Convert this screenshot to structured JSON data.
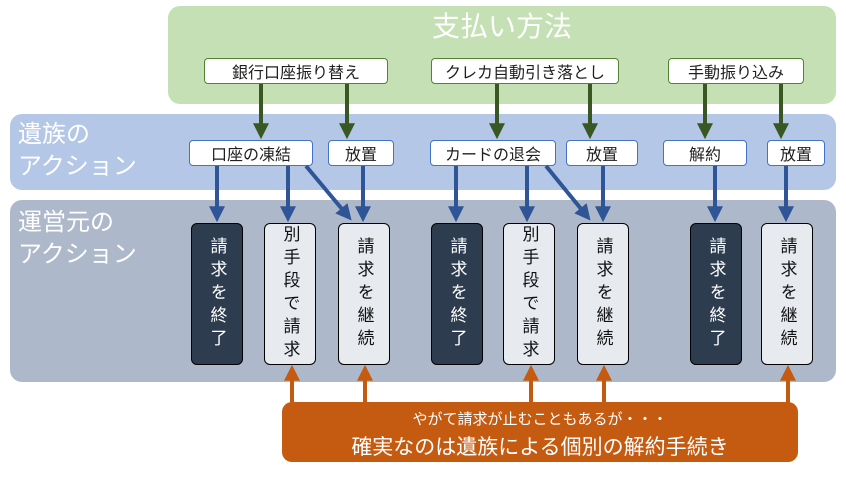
{
  "title": "支払い方法",
  "row_labels": {
    "family": [
      "遺族の",
      "アクション"
    ],
    "operator": [
      "運営元の",
      "アクション"
    ]
  },
  "payment_methods": [
    "銀行口座振り替え",
    "クレカ自動引き落とし",
    "手動振り込み"
  ],
  "family_actions": [
    "口座の凍結",
    "放置",
    "カードの退会",
    "放置",
    "解約",
    "放置"
  ],
  "operator_actions": [
    "請求を終了",
    "別手段で請求",
    "請求を継続",
    "請求を終了",
    "別手段で請求",
    "請求を継続",
    "請求を終了",
    "請求を継続"
  ],
  "note": {
    "line1": "やがて請求が止むこともあるが・・・",
    "line2": "確実なのは遺族による個別の解約手続き"
  },
  "colors": {
    "payment_band": "#c5e0b4",
    "family_band": "#b4c7e7",
    "operator_band": "#adb9ca",
    "green_arrow": "#385723",
    "blue_arrow": "#2f5597",
    "orange": "#c55a11"
  }
}
